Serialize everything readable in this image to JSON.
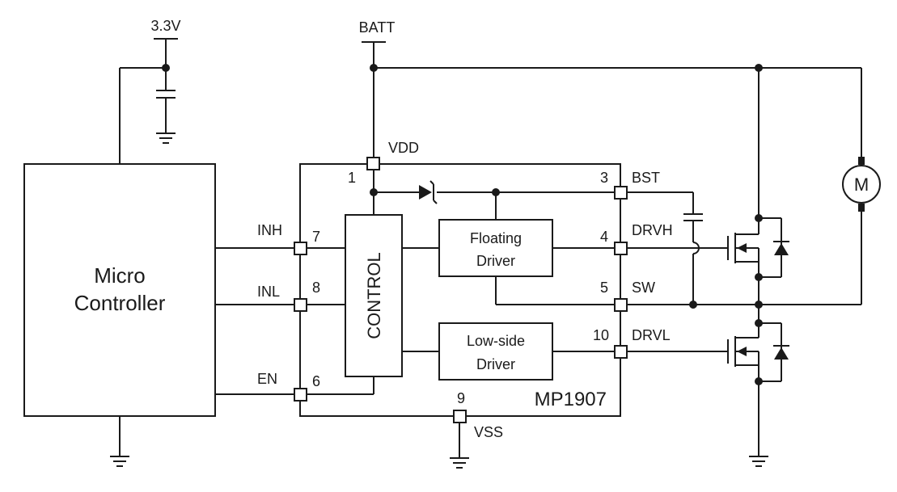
{
  "rails": {
    "supply_3v3": "3.3V",
    "battery": "BATT"
  },
  "mcu": {
    "line1": "Micro",
    "line2": "Controller"
  },
  "chip": {
    "part_number": "MP1907",
    "control_label": "CONTROL",
    "floating_driver": {
      "line1": "Floating",
      "line2": "Driver"
    },
    "lowside_driver": {
      "line1": "Low-side",
      "line2": "Driver"
    }
  },
  "pins": {
    "vdd": {
      "name": "VDD",
      "number": "1"
    },
    "bst": {
      "name": "BST",
      "number": "3"
    },
    "drvh": {
      "name": "DRVH",
      "number": "4"
    },
    "sw": {
      "name": "SW",
      "number": "5"
    },
    "drvl": {
      "name": "DRVL",
      "number": "10"
    },
    "inh": {
      "name": "INH",
      "number": "7"
    },
    "inl": {
      "name": "INL",
      "number": "8"
    },
    "en": {
      "name": "EN",
      "number": "6"
    },
    "vss": {
      "name": "VSS",
      "number": "9"
    }
  },
  "motor": {
    "label": "M"
  },
  "icons": {
    "ground": "ground-symbol-icon",
    "capacitor": "capacitor-icon",
    "diode": "bootstrap-diode-icon",
    "mosfet": "n-mosfet-icon",
    "motor": "motor-icon"
  },
  "colors": {
    "ink": "#1a1a1a",
    "background": "#ffffff"
  }
}
